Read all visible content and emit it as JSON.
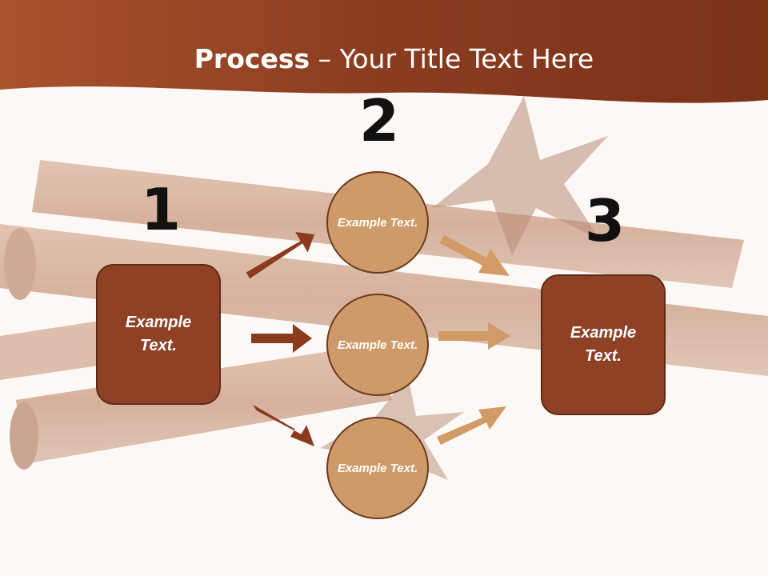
{
  "slide": {
    "title_bold": "Process",
    "title_rest": " – Your Title Text Here",
    "step_numbers": [
      "1",
      "2",
      "3"
    ],
    "left_box_text": "Example Text.",
    "right_box_text": "Example Text.",
    "circles": [
      "Example Text.",
      "Example Text.",
      "Example Text."
    ]
  },
  "colors": {
    "header": "#8a3a1f",
    "box_fill": "#8f4126",
    "circle_fill": "#cf9a69",
    "arrow_dark": "#8b3a1e",
    "arrow_light": "#d29a66"
  }
}
